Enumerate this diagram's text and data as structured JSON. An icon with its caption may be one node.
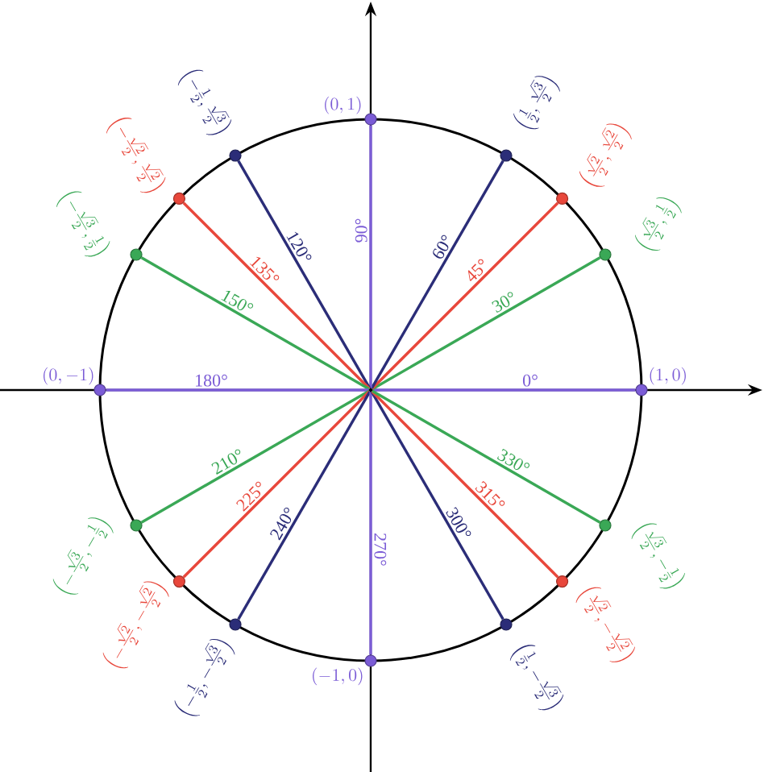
{
  "diagram": {
    "nodes": [
      {
        "text": [],
        "shape": "point"
      },
      {
        "text": [],
        "shape": "circle",
        "beside": [
          "(1,0)"
        ]
      },
      {
        "text": [],
        "shape": "circle",
        "beside": [
          "\\left(\\frac{\\sqrt{3}}{2},\\frac{1}{2}\\right)"
        ]
      },
      {
        "text": [],
        "shape": "circle",
        "beside": [
          "\\left(\\frac{\\sqrt{2}}{2},\\frac{\\sqrt{2}}{2}\\right)"
        ]
      },
      {
        "text": [],
        "shape": "circle",
        "beside": [
          "\\left(\\frac{1}{2},\\frac{\\sqrt{3}}{2}\\right)"
        ]
      },
      {
        "text": [],
        "shape": "circle",
        "beside": [
          "(0,1)"
        ]
      },
      {
        "text": [],
        "shape": "circle",
        "beside": [
          "\\left(-\\frac{1}{2},\\frac{\\sqrt{3}}{2}\\right)"
        ]
      },
      {
        "text": [],
        "shape": "circle",
        "beside": [
          "\\left(-\\frac{\\sqrt{2}}{2},\\frac{\\sqrt{2}}{2}\\right)"
        ]
      },
      {
        "text": [],
        "shape": "circle",
        "beside": [
          "\\left(-\\frac{\\sqrt{3}}{2},\\frac{1}{2}\\right)"
        ]
      },
      {
        "text": [],
        "shape": "circle",
        "beside": [
          "(0,-1)"
        ]
      },
      {
        "text": [],
        "shape": "circle",
        "beside": [
          "\\left(-\\frac{\\sqrt{3}}{2},-\\frac{1}{2}\\right)"
        ]
      },
      {
        "text": [],
        "shape": "circle",
        "beside": [
          "\\left(-\\frac{\\sqrt{2}}{2},-\\frac{\\sqrt{2}}{2}\\right)"
        ]
      },
      {
        "text": [],
        "shape": "circle",
        "beside": [
          "\\left(-\\frac{1}{2},-\\frac{\\sqrt{3}}{2}\\right)"
        ]
      },
      {
        "text": [],
        "shape": "circle",
        "beside": [
          "(-1,0)"
        ]
      },
      {
        "text": [],
        "shape": "circle",
        "beside": [
          "\\left(\\frac{1}{2},-\\frac{\\sqrt{3}}{2}\\right)"
        ]
      },
      {
        "text": [],
        "shape": "circle",
        "beside": [
          "\\left(\\frac{\\sqrt{2}}{2},-\\frac{\\sqrt{2}}{2}\\right)"
        ]
      },
      {
        "text": [],
        "shape": "circle",
        "beside": [
          "\\left(\\frac{\\sqrt{3}}{2},-\\frac{1}{2}\\right)"
        ]
      }
    ],
    "edges": [
      {
        "from": 0,
        "to": 1,
        "arrow": "none",
        "label": "0°",
        "color": "#7b5cd6"
      },
      {
        "from": 0,
        "to": 2,
        "arrow": "none",
        "label": "30°",
        "color": "#3aa856"
      },
      {
        "from": 0,
        "to": 3,
        "arrow": "none",
        "label": "45°",
        "color": "#e8473b"
      },
      {
        "from": 0,
        "to": 4,
        "arrow": "none",
        "label": "60°",
        "color": "#2b2d78"
      },
      {
        "from": 0,
        "to": 5,
        "arrow": "none",
        "label": "90°",
        "color": "#7b5cd6"
      },
      {
        "from": 0,
        "to": 6,
        "arrow": "none",
        "label": "120°",
        "color": "#2b2d78"
      },
      {
        "from": 0,
        "to": 7,
        "arrow": "none",
        "label": "135°",
        "color": "#e8473b"
      },
      {
        "from": 0,
        "to": 8,
        "arrow": "none",
        "label": "150°",
        "color": "#3aa856"
      },
      {
        "from": 0,
        "to": 9,
        "arrow": "none",
        "label": "180°",
        "color": "#7b5cd6"
      },
      {
        "from": 0,
        "to": 10,
        "arrow": "none",
        "label": "210°",
        "color": "#3aa856"
      },
      {
        "from": 0,
        "to": 11,
        "arrow": "none",
        "label": "225°",
        "color": "#e8473b"
      },
      {
        "from": 0,
        "to": 12,
        "arrow": "none",
        "label": "240°",
        "color": "#2b2d78"
      },
      {
        "from": 0,
        "to": 13,
        "arrow": "none",
        "label": "270°",
        "color": "#7b5cd6"
      },
      {
        "from": 0,
        "to": 14,
        "arrow": "none",
        "label": "300°",
        "color": "#2b2d78"
      },
      {
        "from": 0,
        "to": 15,
        "arrow": "none",
        "label": "315°",
        "color": "#e8473b"
      },
      {
        "from": 0,
        "to": 16,
        "arrow": "none",
        "label": "330°",
        "color": "#3aa856"
      }
    ]
  }
}
